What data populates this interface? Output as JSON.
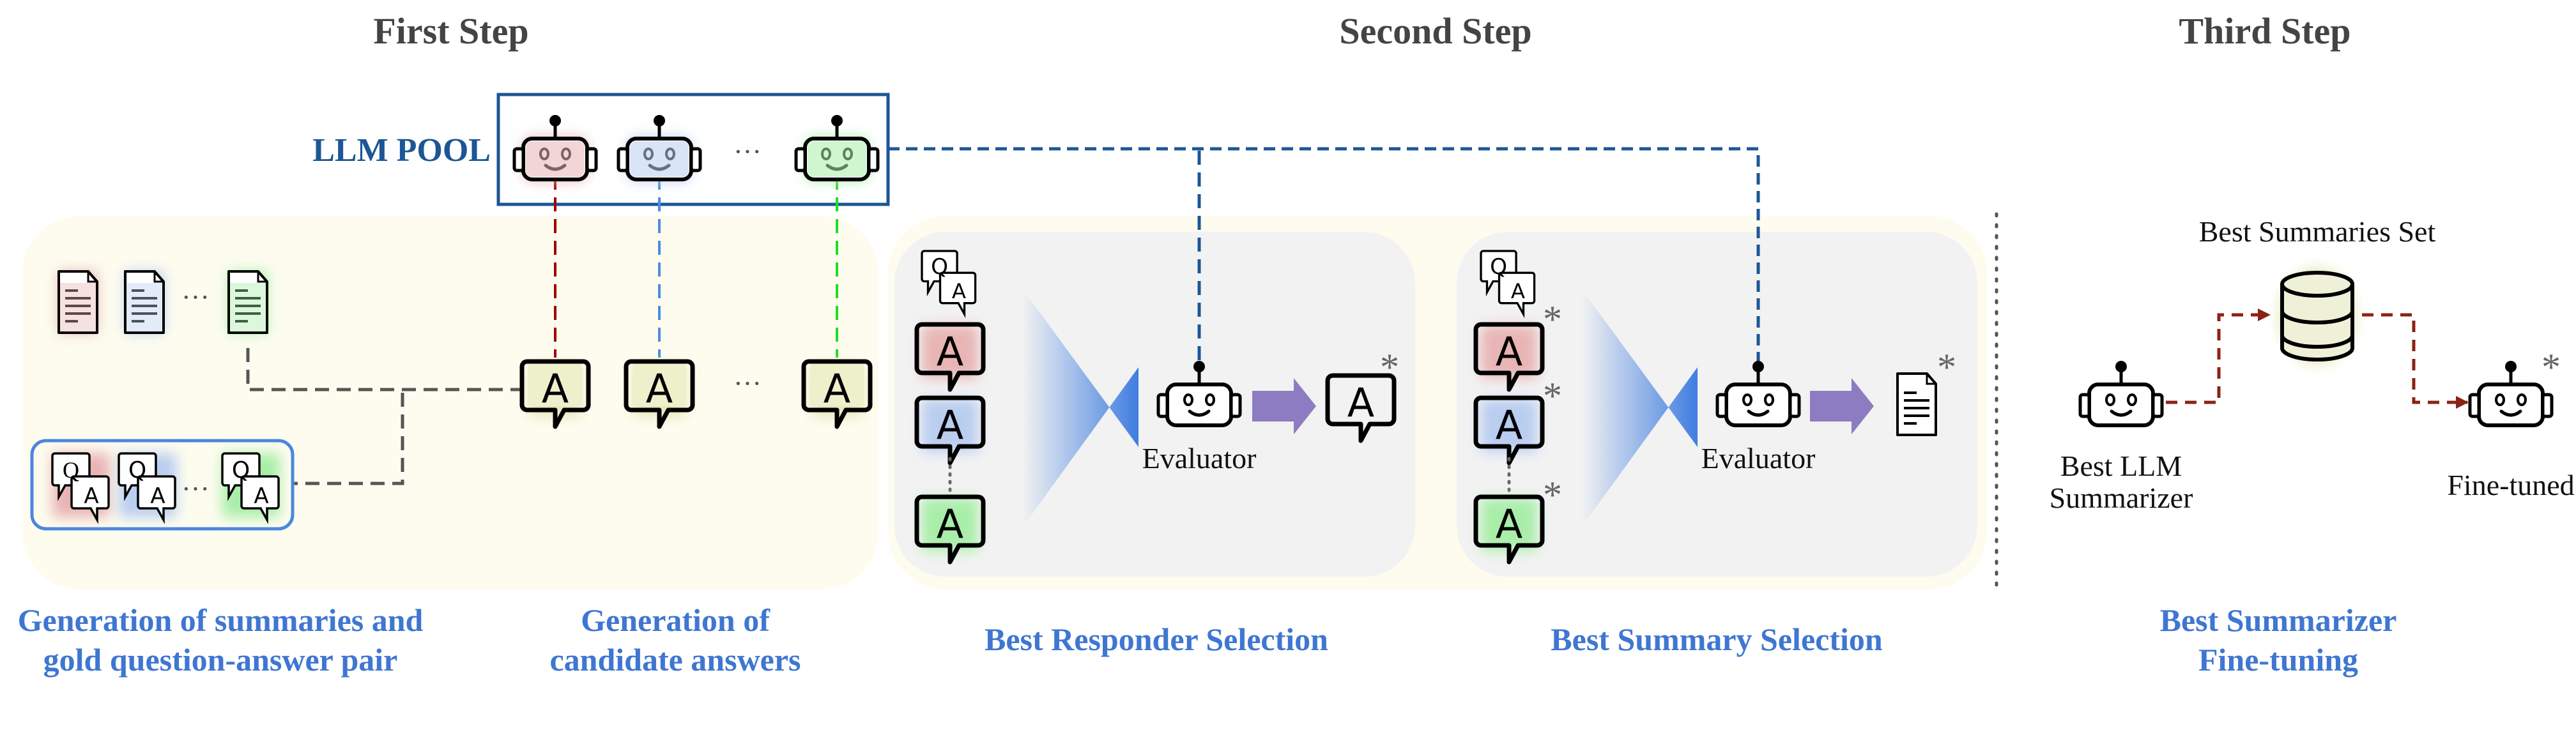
{
  "steps": {
    "first": "First Step",
    "second": "Second Step",
    "third": "Third Step"
  },
  "llm_pool": {
    "label": "LLM POOL",
    "models": [
      {
        "color": "#e8b4b4"
      },
      {
        "color": "#b9cdf0"
      },
      {
        "color": "#a8eea8"
      }
    ],
    "ellipsis": "···"
  },
  "colors": {
    "pool_border": "#1c5695",
    "red_line": "#a00000",
    "blue_line": "#4a8be0",
    "green_line": "#22dd22",
    "grey_line": "#555555",
    "dark_red_arrow": "#8b2214",
    "purple_arrow": "#8d7cc2",
    "funnel_blue": "#3f7de0",
    "stage_label": "#3f76d2",
    "yellow_panel": "#fdfcef",
    "grey_panel": "#f2f2f2"
  },
  "first_step": {
    "documents_ellipsis": "···",
    "qa_ellipsis": "···",
    "answers_ellipsis": "···",
    "qa_letters": {
      "q": "Q",
      "a": "A"
    },
    "answer_letter": "A",
    "label_left": [
      "Generation of summaries and",
      "gold question-answer pair"
    ],
    "label_right": [
      "Generation of",
      "candidate answers"
    ]
  },
  "second_step": {
    "responder": {
      "evaluator_label": "Evaluator",
      "output_mark": "*",
      "label": "Best Responder Selection"
    },
    "summary": {
      "evaluator_label": "Evaluator",
      "output_mark": "*",
      "input_mark": "*",
      "label": "Best Summary Selection"
    }
  },
  "third_step": {
    "dataset_label": "Best Summaries Set",
    "source_label": [
      "Best LLM",
      "Summarizer"
    ],
    "target_label": "Fine-tuned",
    "target_mark": "*",
    "label": [
      "Best Summarizer",
      "Fine-tuning"
    ]
  }
}
